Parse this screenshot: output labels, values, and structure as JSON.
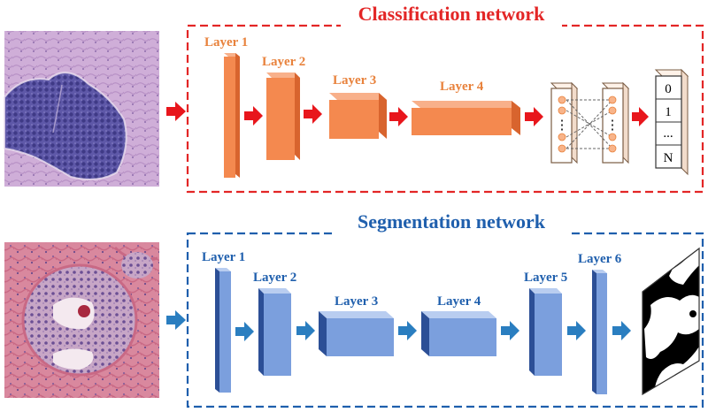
{
  "colors": {
    "classification_accent": "#e32626",
    "classification_layer_label": "#e8823c",
    "classification_block": "#f4894f",
    "segmentation_accent": "#1f5fad",
    "segmentation_block": "#7b9fdd",
    "arrow_red": "#e8161c",
    "arrow_blue": "#2a7ec0",
    "neuron": "#f8b48a"
  },
  "classification": {
    "title": "Classification network",
    "layers": [
      {
        "label": "Layer 1"
      },
      {
        "label": "Layer 2"
      },
      {
        "label": "Layer 3"
      },
      {
        "label": "Layer 4"
      }
    ],
    "fc_ellipsis": "⋮",
    "outputs": [
      "0",
      "1",
      "...",
      "N"
    ]
  },
  "segmentation": {
    "title": "Segmentation network",
    "layers": [
      {
        "label": "Layer 1"
      },
      {
        "label": "Layer 2"
      },
      {
        "label": "Layer 3"
      },
      {
        "label": "Layer 4"
      },
      {
        "label": "Layer 5"
      },
      {
        "label": "Layer 6"
      }
    ]
  },
  "images": {
    "top_input": "histology-tissue-purple",
    "bottom_input": "histology-tissue-pink",
    "segmentation_output": "binary-mask"
  }
}
